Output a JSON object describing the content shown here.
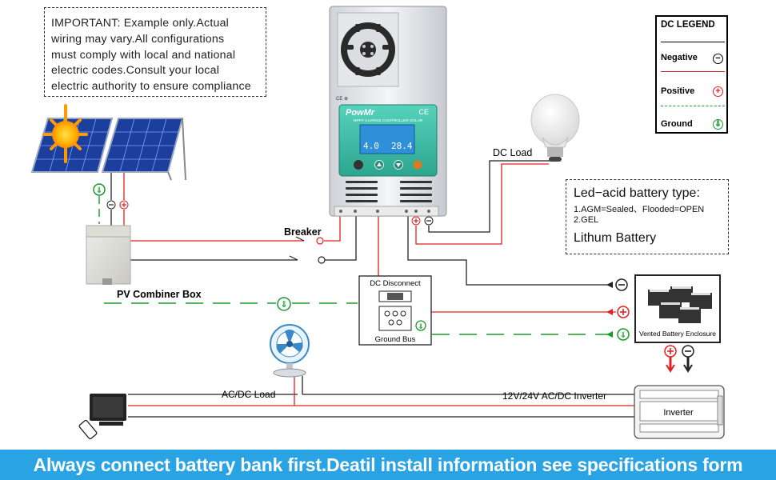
{
  "notice": {
    "lines": [
      "IMPORTANT: Example only.Actual",
      "wiring may vary.All configurations",
      "must comply with local and national",
      "electric codes.Consult your local",
      "electric authority to ensure compliance"
    ]
  },
  "legend": {
    "title": "DC LEGEND",
    "negative": "Negative",
    "positive": "Positive",
    "ground": "Ground",
    "colors": {
      "negative": "#000000",
      "positive": "#e02020",
      "ground": "#1a9a2a"
    }
  },
  "controller": {
    "brand": "PowMr",
    "subtitle": "MPPT CHARGE CONTROLLER SOLAR",
    "ce_mark": "CE",
    "lcd_left": "4.0",
    "lcd_right": "28.4",
    "colors": {
      "body": "#e8e8e8",
      "panel": "#3fbfa8",
      "lcd": "#2f8fd8"
    }
  },
  "labels": {
    "dc_load": "DC Load",
    "breaker": "Breaker",
    "pv_combiner": "PV Combiner Box",
    "dc_disconnect": "DC Disconnect",
    "ground_bus": "Ground Bus",
    "battery_enclosure": "Vented Battery Enclosure",
    "ac_dc_load": "AC/DC Load",
    "inverter_label": "12V/24V AC/DC Inverter",
    "inverter": "Inverter"
  },
  "battery_note": {
    "heading": "Led−acid battery type:",
    "line1": "1.AGM=Sealed、Flooded=OPEN",
    "line2": "2.GEL",
    "lithium": "Lithum Battery"
  },
  "banner": "Always connect battery bank first.Deatil install information see specifications form",
  "icons": [
    "sun-icon",
    "solar-panel-icon",
    "light-bulb-icon",
    "fan-icon",
    "tv-icon",
    "remote-icon",
    "battery-icon",
    "ground-symbol-icon",
    "positive-symbol-icon",
    "negative-symbol-icon",
    "switch-icon"
  ]
}
